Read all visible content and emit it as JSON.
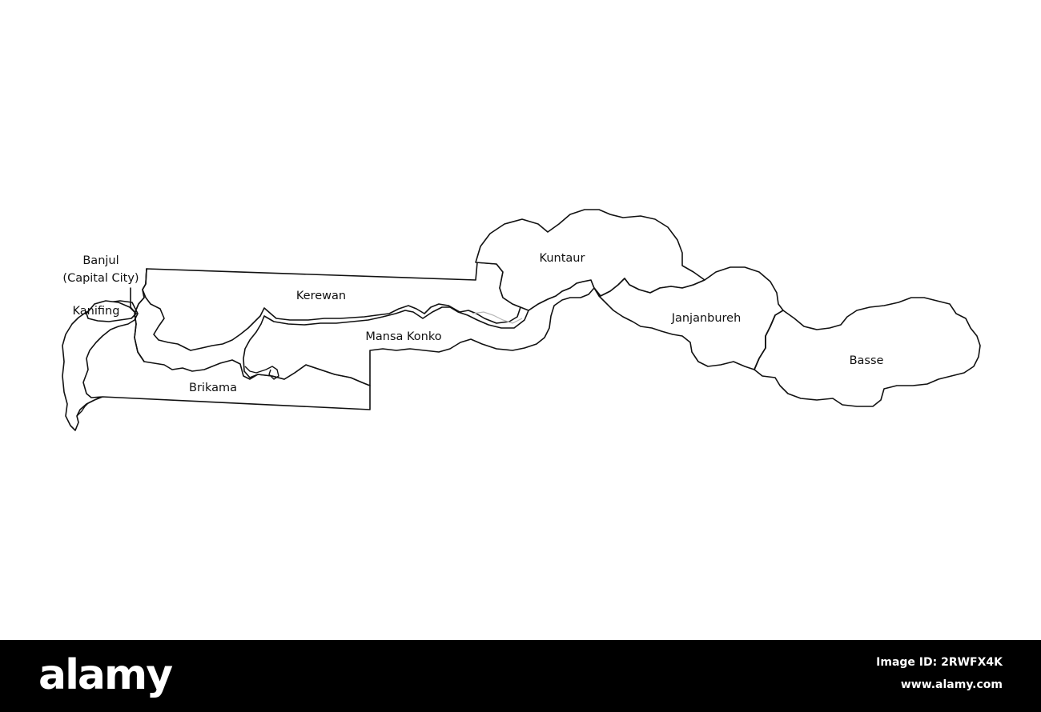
{
  "map": {
    "regions": {
      "banjul": "Banjul",
      "banjul_note": "(Capital City)",
      "kanifing": "Kanifing",
      "kerewan": "Kerewan",
      "kuntaur": "Kuntaur",
      "mansa_konko": "Mansa Konko",
      "brikama": "Brikama",
      "janjanbureh": "Janjanbureh",
      "basse": "Basse"
    },
    "colors": {
      "outline": "#111111",
      "fill": "#ffffff",
      "background": "#ffffff"
    }
  },
  "footer": {
    "brand": "alamy",
    "image_id": "Image ID: 2RWFX4K",
    "url": "www.alamy.com",
    "background": "#000000"
  }
}
